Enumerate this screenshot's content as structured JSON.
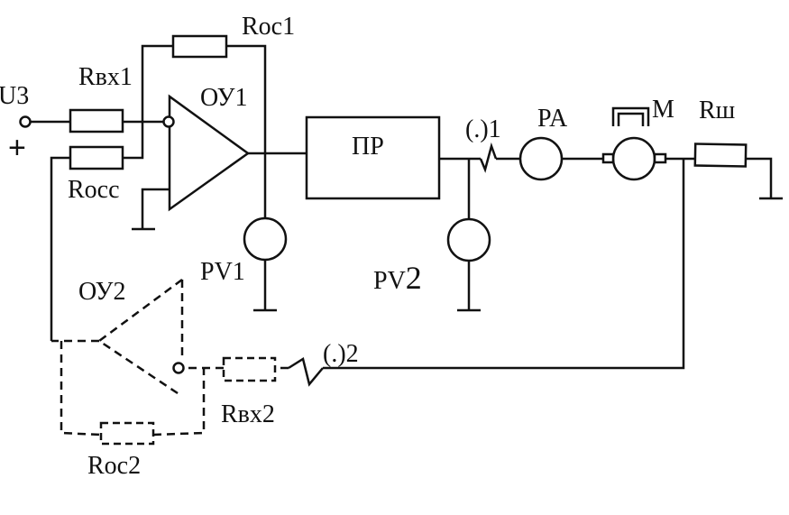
{
  "labels": {
    "u3": "U3",
    "plus": "+",
    "r_vx1": "Rвх1",
    "r_oc1": "Roc1",
    "oy1": "ОУ1",
    "r_occ": "Rocc",
    "pr": "ПР",
    "pv1": "PV1",
    "pv2_prefix": "PV",
    "pv2_suffix": "2",
    "point1": "(.)1",
    "pa": "PA",
    "m": "M",
    "r_sh": "Rш",
    "oy2": "ОУ2",
    "point2": "(.)2",
    "r_vx2": "Rвх2",
    "r_oc2": "Roc2"
  }
}
